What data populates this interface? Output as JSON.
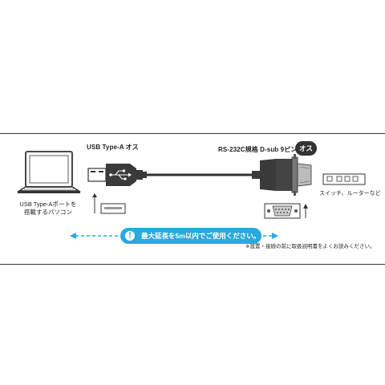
{
  "labels": {
    "usb_connector": "USB Type-A オス",
    "rs232_connector": "RS-232C規格 D-sub 9ピン",
    "male_badge": "オス",
    "pc_caption_line1": "USB Type-Aポートを",
    "pc_caption_line2": "搭載するパソコン",
    "switch_router": "スイッチ、ルーターなど",
    "max_length": "最大延長を5m以内でご使用ください。",
    "note": "※設置・接続の前に取扱説明書をよくお読みください。"
  },
  "colors": {
    "accent": "#2aa9dd",
    "dark": "#333333"
  }
}
